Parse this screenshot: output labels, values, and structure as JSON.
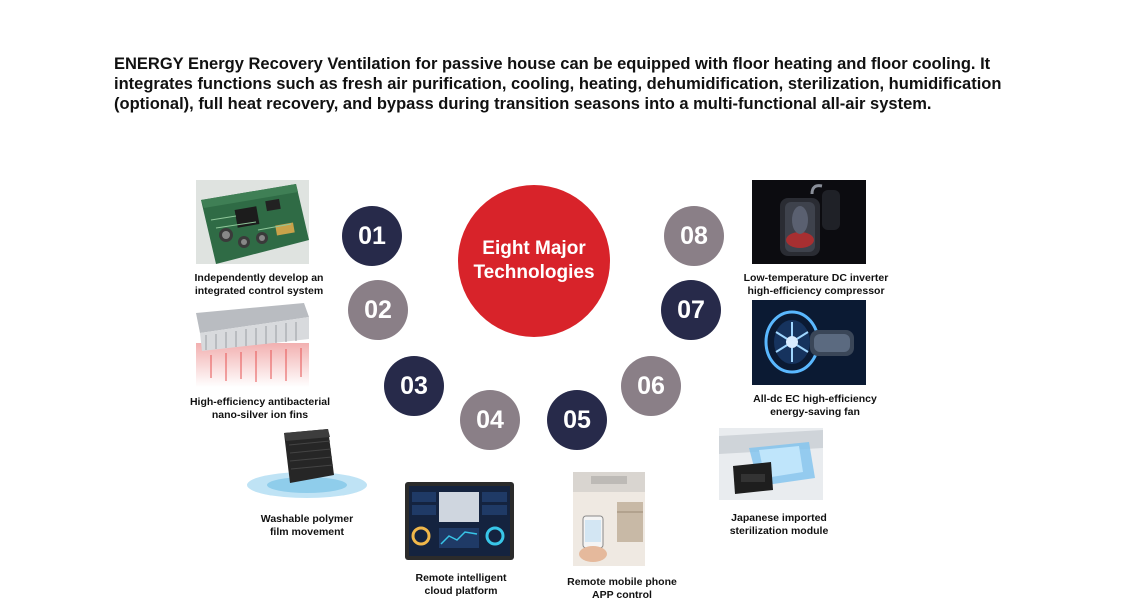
{
  "intro": "ENERGY Energy Recovery Ventilation for passive house can be equipped with floor heating and floor cooling. It integrates functions such as fresh air purification, cooling, heating, dehumidification, sterilization, humidification (optional), full heat recovery, and bypass during transition seasons into a multi-functional all-air system.",
  "center": {
    "line1": "Eight Major",
    "line2": "Technologies",
    "color": "#d8232a"
  },
  "colors": {
    "dark": "#272a4a",
    "gray": "#8a7f87"
  },
  "technologies": [
    {
      "number": "01",
      "line1": "Independently develop an",
      "line2": "integrated control system",
      "icon": "circuit-board-icon"
    },
    {
      "number": "02",
      "line1": "High-efficiency antibacterial",
      "line2": "nano-silver ion fins",
      "icon": "heat-exchanger-fins-icon"
    },
    {
      "number": "03",
      "line1": "Washable polymer",
      "line2": "film movement",
      "icon": "polymer-film-core-icon"
    },
    {
      "number": "04",
      "line1": "Remote intelligent",
      "line2": "cloud platform",
      "icon": "dashboard-screen-icon"
    },
    {
      "number": "05",
      "line1": "Remote mobile phone",
      "line2": "APP control",
      "icon": "phone-app-icon"
    },
    {
      "number": "06",
      "line1": "Japanese imported",
      "line2": "sterilization module",
      "icon": "sterilization-module-icon"
    },
    {
      "number": "07",
      "line1": "All-dc EC high-efficiency",
      "line2": "energy-saving fan",
      "icon": "ec-fan-icon"
    },
    {
      "number": "08",
      "line1": "Low-temperature DC inverter",
      "line2": "high-efficiency compressor",
      "icon": "compressor-icon"
    }
  ]
}
